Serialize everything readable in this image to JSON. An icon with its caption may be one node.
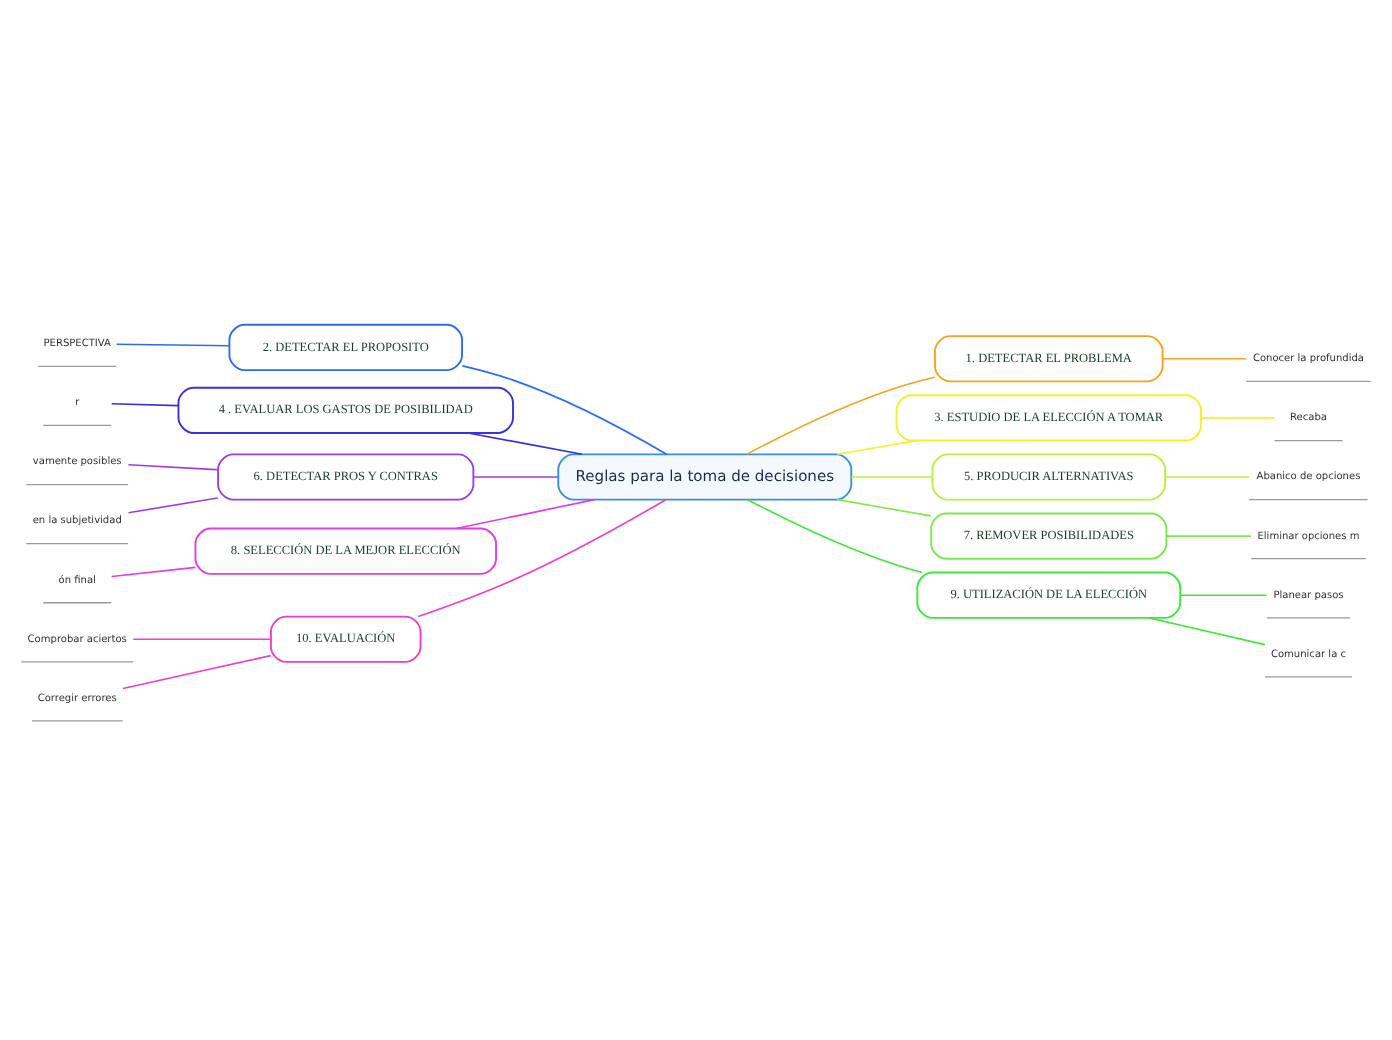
{
  "diagram": {
    "nodes": [
      {
        "text": [
          "Reglas para la toma de decisiones"
        ]
      },
      {
        "text": [
          "1. DETECTAR EL PROBLEMA"
        ]
      },
      {
        "text": [
          "3. ESTUDIO DE LA ELECCIÓN A TOMAR"
        ]
      },
      {
        "text": [
          "5. PRODUCIR ALTERNATIVAS"
        ]
      },
      {
        "text": [
          "7. REMOVER POSIBILIDADES"
        ]
      },
      {
        "text": [
          "9. UTILIZACIÓN DE LA ELECCIÓN"
        ]
      },
      {
        "text": [
          "2. DETECTAR EL PROPOSITO"
        ]
      },
      {
        "text": [
          "4 . EVALUAR LOS GASTOS DE POSIBILIDAD"
        ]
      },
      {
        "text": [
          "6. DETECTAR PROS Y CONTRAS"
        ]
      },
      {
        "text": [
          "8. SELECCIÓN DE LA MEJOR ELECCIÓN"
        ]
      },
      {
        "text": [
          "10. EVALUACIÓN"
        ]
      },
      {
        "text": [
          "Conocer la profundida"
        ]
      },
      {
        "text": [
          "Recaba"
        ]
      },
      {
        "text": [
          "Abanico de opciones"
        ]
      },
      {
        "text": [
          "Eliminar opciones m"
        ]
      },
      {
        "text": [
          "Planear pasos"
        ]
      },
      {
        "text": [
          "Comunicar la c"
        ]
      },
      {
        "text": [
          "PERSPECTIVA"
        ]
      },
      {
        "text": [
          "r"
        ]
      },
      {
        "text": [
          "vamente posibles"
        ]
      },
      {
        "text": [
          "en la subjetividad"
        ]
      },
      {
        "text": [
          "ón final"
        ]
      },
      {
        "text": [
          "Comprobar aciertos"
        ]
      },
      {
        "text": [
          "Corregir errores"
        ]
      }
    ],
    "edges": [
      {
        "from": 0,
        "to": 1,
        "arrow": "none",
        "color": "#f7a21b"
      },
      {
        "from": 0,
        "to": 2,
        "arrow": "none",
        "color": "#f2f224"
      },
      {
        "from": 0,
        "to": 3,
        "arrow": "none",
        "color": "#b8f03c"
      },
      {
        "from": 0,
        "to": 4,
        "arrow": "none",
        "color": "#7ee84a"
      },
      {
        "from": 0,
        "to": 5,
        "arrow": "none",
        "color": "#3ee83a"
      },
      {
        "from": 6,
        "to": 0,
        "arrow": "none",
        "color": "#2c6cf0"
      },
      {
        "from": 7,
        "to": 0,
        "arrow": "none",
        "color": "#3b2fe0"
      },
      {
        "from": 8,
        "to": 0,
        "arrow": "none",
        "color": "#9b3ce8"
      },
      {
        "from": 9,
        "to": 0,
        "arrow": "none",
        "color": "#e03ce8"
      },
      {
        "from": 10,
        "to": 0,
        "arrow": "none",
        "color": "#f03cc8"
      },
      {
        "from": 1,
        "to": 11,
        "arrow": "none",
        "color": "#f7a21b"
      },
      {
        "from": 2,
        "to": 12,
        "arrow": "none",
        "color": "#f2f224"
      },
      {
        "from": 3,
        "to": 13,
        "arrow": "none",
        "color": "#b8f03c"
      },
      {
        "from": 4,
        "to": 14,
        "arrow": "none",
        "color": "#7ee84a"
      },
      {
        "from": 5,
        "to": 15,
        "arrow": "none",
        "color": "#3ee83a"
      },
      {
        "from": 5,
        "to": 16,
        "arrow": "none",
        "color": "#3ee83a"
      },
      {
        "from": 17,
        "to": 6,
        "arrow": "none",
        "color": "#2c6cf0"
      },
      {
        "from": 18,
        "to": 7,
        "arrow": "none",
        "color": "#3b2fe0"
      },
      {
        "from": 19,
        "to": 8,
        "arrow": "none",
        "color": "#9b3ce8"
      },
      {
        "from": 20,
        "to": 8,
        "arrow": "none",
        "color": "#9b3ce8"
      },
      {
        "from": 21,
        "to": 9,
        "arrow": "none",
        "color": "#e03ce8"
      },
      {
        "from": 22,
        "to": 10,
        "arrow": "none",
        "color": "#f03cc8"
      },
      {
        "from": 23,
        "to": 10,
        "arrow": "none",
        "color": "#f03cc8"
      }
    ]
  }
}
